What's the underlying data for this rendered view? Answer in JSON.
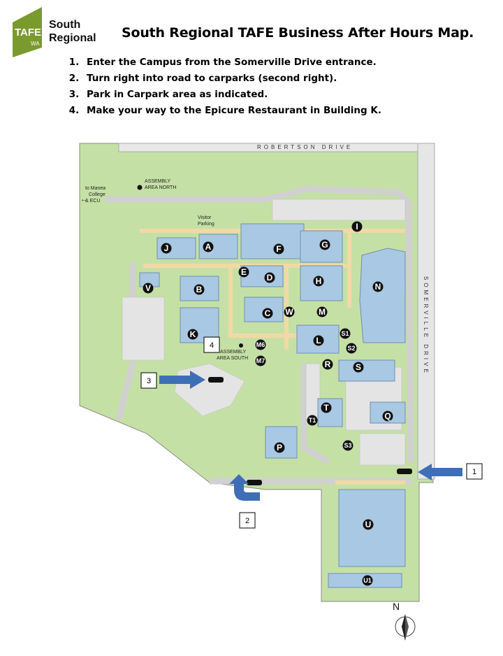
{
  "logo": {
    "tafe_text": "TAFE",
    "wa_text": "WA",
    "line1": "South",
    "line2": "Regional",
    "color": "#7a9a2e"
  },
  "title": "South Regional TAFE Business After Hours Map.",
  "steps": [
    "Enter the Campus from the Somerville Drive entrance.",
    "Turn right into road to carparks (second right).",
    "Park in Carpark area as indicated.",
    "Make your way to the Epicure Restaurant in Building K."
  ],
  "map": {
    "robertson_drive": "ROBERTSON DRIVE",
    "somerville_drive": "SOMERVILLE DRIVE",
    "to_manea": [
      "to Manea",
      "College",
      "& ECU"
    ],
    "visitor_parking": [
      "Visitor",
      "Parking"
    ],
    "assembly_north": [
      "ASSEMBLY",
      "AREA NORTH"
    ],
    "assembly_south": [
      "ASSEMBLY",
      "AREA SOUTH"
    ],
    "north": "N",
    "buildings": [
      "A",
      "B",
      "C",
      "D",
      "E",
      "F",
      "G",
      "H",
      "I",
      "J",
      "K",
      "L",
      "M",
      "N",
      "P",
      "Q",
      "R",
      "S",
      "T",
      "U",
      "V",
      "W"
    ],
    "small_buildings": [
      "M6",
      "M7",
      "S1",
      "S2",
      "S3",
      "T1",
      "U1"
    ],
    "callouts": [
      "1",
      "2",
      "3",
      "4"
    ],
    "colors": {
      "grass": "#c5e0a5",
      "building": "#a8c8e4",
      "path": "#f0d9a5",
      "road": "#d6d6d6",
      "arrow": "#3e6fb6"
    }
  }
}
